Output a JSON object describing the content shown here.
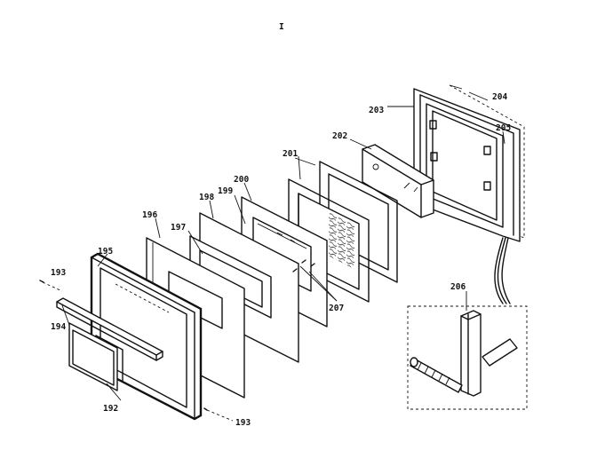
{
  "diagram": {
    "top_mark": "I",
    "callouts": {
      "p192": "192",
      "p193a": "193",
      "p193b": "193",
      "p194": "194",
      "p195": "195",
      "p196": "196",
      "p197": "197",
      "p198": "198",
      "p199": "199",
      "p200": "200",
      "p201": "201",
      "p202": "202",
      "p203": "203",
      "p204": "204",
      "p205": "205",
      "p206": "206",
      "p207": "207"
    }
  }
}
